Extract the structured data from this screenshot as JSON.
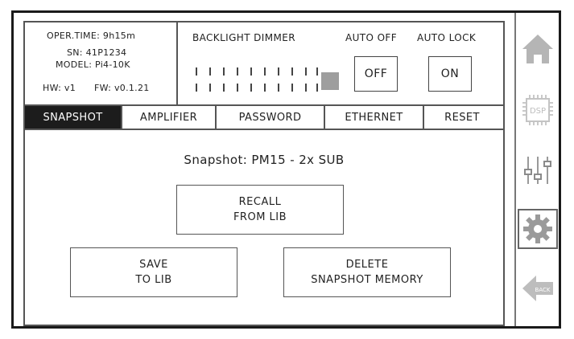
{
  "status": {
    "oper_time": "OPER.TIME: 9h15m",
    "serial": "SN: 41P1234",
    "model": "MODEL: Pi4-10K",
    "hw": "HW: v1",
    "fw": "FW: v0.1.21"
  },
  "backlight": {
    "label": "BACKLIGHT DIMMER",
    "level": 1.0
  },
  "auto_off": {
    "label": "AUTO OFF",
    "value": "OFF"
  },
  "auto_lock": {
    "label": "AUTO LOCK",
    "value": "ON"
  },
  "tabs": [
    {
      "label": "SNAPSHOT",
      "active": true
    },
    {
      "label": "AMPLIFIER",
      "active": false
    },
    {
      "label": "PASSWORD",
      "active": false
    },
    {
      "label": "ETHERNET",
      "active": false
    },
    {
      "label": "RESET",
      "active": false
    }
  ],
  "snapshot": {
    "title": "Snapshot:  PM15 - 2x SUB"
  },
  "buttons": {
    "recall_line1": "RECALL",
    "recall_line2": "FROM LIB",
    "save_line1": "SAVE",
    "save_line2": "TO LIB",
    "delete_line1": "DELETE",
    "delete_line2": "SNAPSHOT MEMORY"
  },
  "nav": {
    "dsp_label": "DSP",
    "back_label": "BACK",
    "icons": [
      "home-icon",
      "dsp-chip-icon",
      "mixer-sliders-icon",
      "gear-icon",
      "back-arrow-icon"
    ]
  },
  "colors": {
    "active_tab_bg": "#1c1c1c",
    "icon_gray": "#b5b5b5",
    "border": "#555555"
  }
}
